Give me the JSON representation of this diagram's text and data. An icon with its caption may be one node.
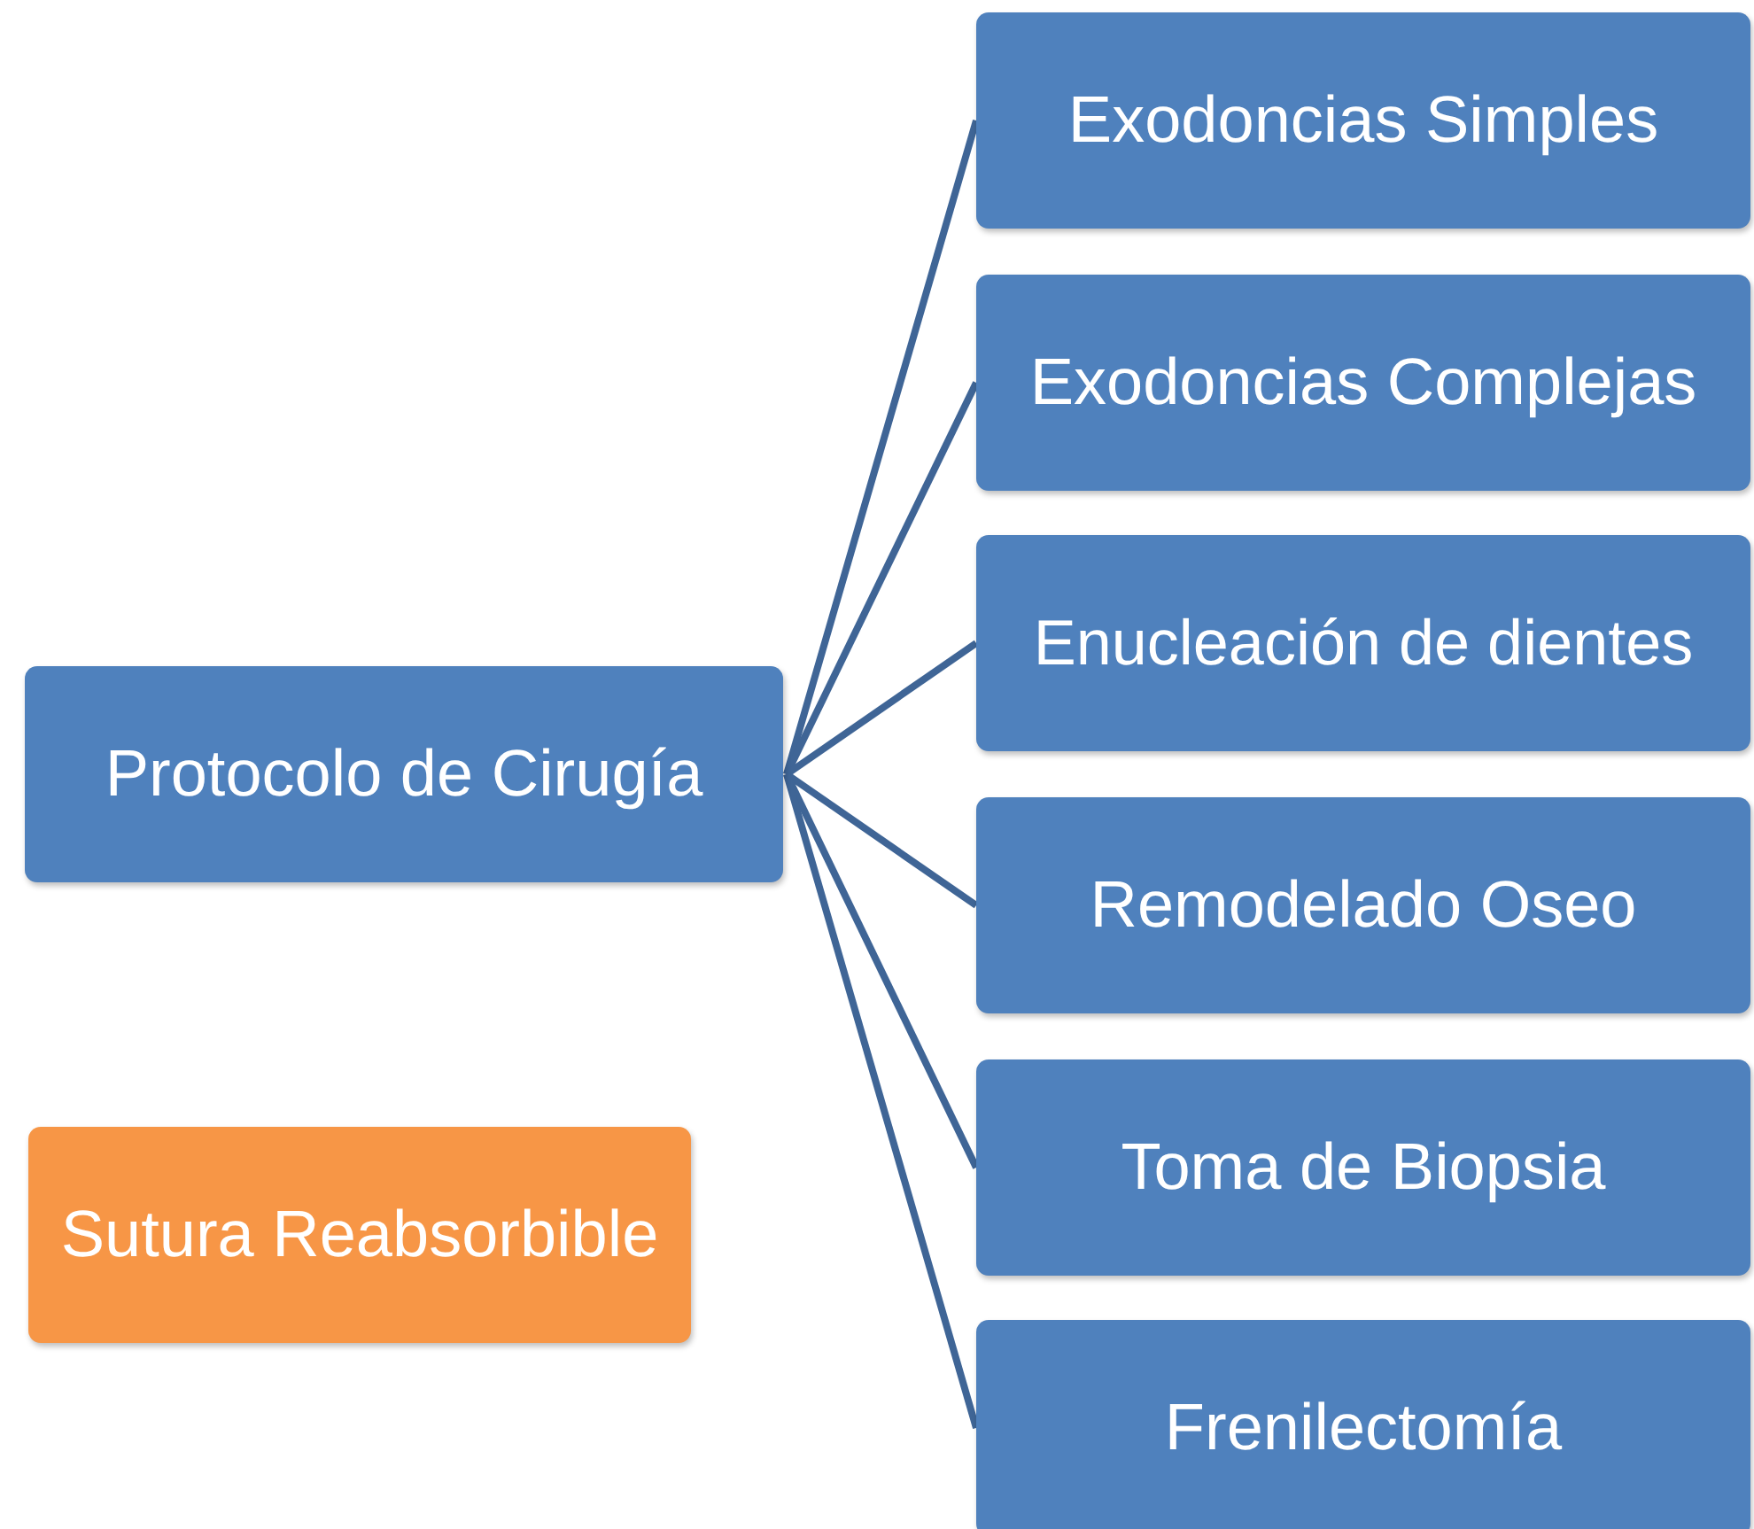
{
  "diagram": {
    "nodes": [
      {
        "text": [
          "Protocolo de  Cirugía"
        ]
      },
      {
        "text": [
          "Exodoncias Simples"
        ]
      },
      {
        "text": [
          "Exodoncias Complejas"
        ]
      },
      {
        "text": [
          "Enucleación de dientes"
        ]
      },
      {
        "text": [
          "Remodelado Oseo"
        ]
      },
      {
        "text": [
          "Toma de Biopsia"
        ]
      },
      {
        "text": [
          "Frenilectomía"
        ]
      },
      {
        "text": [
          "Sutura Reabsorbible"
        ]
      }
    ],
    "edges": [
      {
        "from": 0,
        "to": 1,
        "arrow": "none"
      },
      {
        "from": 0,
        "to": 2,
        "arrow": "none"
      },
      {
        "from": 0,
        "to": 3,
        "arrow": "none"
      },
      {
        "from": 0,
        "to": 4,
        "arrow": "none"
      },
      {
        "from": 0,
        "to": 5,
        "arrow": "none"
      },
      {
        "from": 0,
        "to": 6,
        "arrow": "none"
      }
    ]
  }
}
